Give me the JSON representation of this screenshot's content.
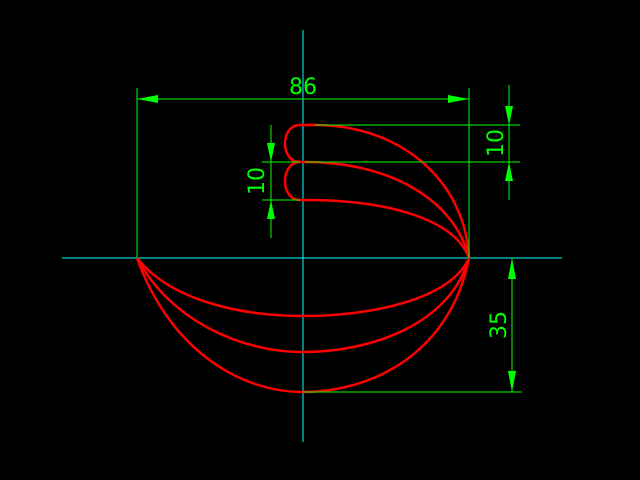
{
  "drawing": {
    "background": "#000000",
    "colors": {
      "geometry": "#ff0000",
      "dimension": "#00ff00",
      "centerline": "#00ffff"
    },
    "dimensions": {
      "width_label": "86",
      "top_gap_label": "10",
      "left_gap_label": "10",
      "depth_label": "35"
    }
  }
}
